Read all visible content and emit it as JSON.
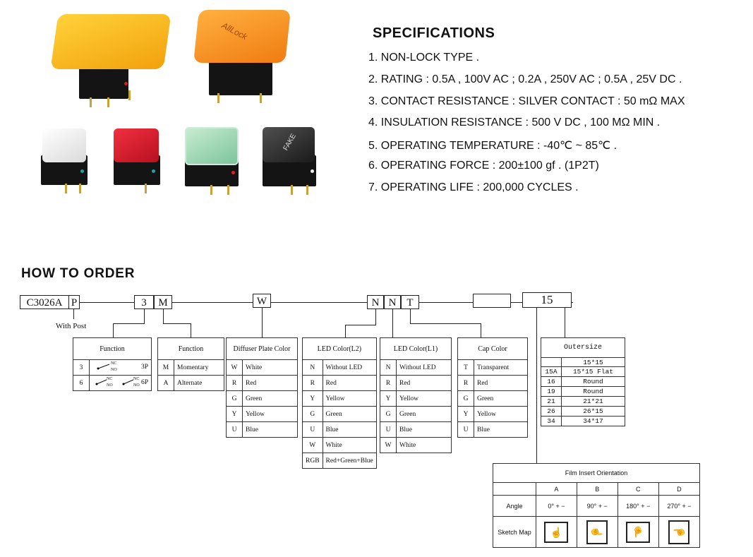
{
  "specifications": {
    "title": "SPECIFICATIONS",
    "items": [
      "1. NON-LOCK TYPE .",
      "2. RATING : 0.5A , 100V AC ; 0.2A , 250V AC ; 0.5A , 25V DC .",
      "3. CONTACT RESISTANCE : SILVER CONTACT : 50 mΩ MAX",
      "4. INSULATION RESISTANCE : 500 V DC , 100 MΩ MIN .",
      "5. OPERATING TEMPERATURE : -40℃ ~ 85℃ .",
      "6. OPERATING FORCE : 200±100 gf . (1P2T)",
      "7. OPERATING LIFE : 200,000 CYCLES ."
    ]
  },
  "photos": {
    "cap2_label": "AllLock",
    "cap6_label": "FAKE",
    "colors": {
      "yellow": "#f6b116",
      "orange": "#f5901e",
      "white": "#f2f2f2",
      "red": "#e0202e",
      "green": "#9fd4b4",
      "black": "#2a2a2a"
    }
  },
  "order": {
    "title": "HOW TO ORDER",
    "code": {
      "part1": "C3026A",
      "part2": "P",
      "part3": "3",
      "part4": "M",
      "part5": "W",
      "part6": "N",
      "part7": "N",
      "part8": "T",
      "part9": "",
      "part10": "15",
      "with_post": "With Post"
    },
    "function_table": {
      "header": "Function",
      "rows": [
        {
          "key": "3",
          "nc": "NC",
          "no": "NO",
          "value": "3P"
        },
        {
          "key": "6",
          "nc": "NC",
          "no": "NO",
          "value": "6P"
        }
      ]
    },
    "function2_table": {
      "header": "Function",
      "rows": [
        {
          "key": "M",
          "value": "Momentary"
        },
        {
          "key": "A",
          "value": "Alternate"
        }
      ]
    },
    "diffuser_table": {
      "header": "Diffuser Plate Color",
      "rows": [
        {
          "key": "W",
          "value": "White"
        },
        {
          "key": "R",
          "value": "Red"
        },
        {
          "key": "G",
          "value": "Green"
        },
        {
          "key": "Y",
          "value": "Yellow"
        },
        {
          "key": "U",
          "value": "Blue"
        }
      ]
    },
    "led2_table": {
      "header": "LED Color(L2)",
      "rows": [
        {
          "key": "N",
          "value": "Without LED"
        },
        {
          "key": "R",
          "value": "Red"
        },
        {
          "key": "Y",
          "value": "Yellow"
        },
        {
          "key": "G",
          "value": "Green"
        },
        {
          "key": "U",
          "value": "Blue"
        },
        {
          "key": "W",
          "value": "White"
        },
        {
          "key": "RGB",
          "value": "Red+Green+Blue"
        }
      ]
    },
    "led1_table": {
      "header": "LED Color(L1)",
      "rows": [
        {
          "key": "N",
          "value": "Without LED"
        },
        {
          "key": "R",
          "value": "Red"
        },
        {
          "key": "Y",
          "value": "Yellow"
        },
        {
          "key": "G",
          "value": "Green"
        },
        {
          "key": "U",
          "value": "Blue"
        },
        {
          "key": "W",
          "value": "White"
        }
      ]
    },
    "cap_table": {
      "header": "Cap Color",
      "rows": [
        {
          "key": "T",
          "value": "Transparent"
        },
        {
          "key": "R",
          "value": "Red"
        },
        {
          "key": "G",
          "value": "Green"
        },
        {
          "key": "Y",
          "value": "Yellow"
        },
        {
          "key": "U",
          "value": "Blue"
        }
      ]
    },
    "oversize_table": {
      "header": "Outersize",
      "rows": [
        {
          "key": "",
          "value": "15*15"
        },
        {
          "key": "15A",
          "value": "15*15 Flat"
        },
        {
          "key": "16",
          "value": "Round"
        },
        {
          "key": "19",
          "value": "Round"
        },
        {
          "key": "21",
          "value": "21*21"
        },
        {
          "key": "26",
          "value": "26*15"
        },
        {
          "key": "34",
          "value": "34*17"
        }
      ]
    },
    "film": {
      "header": "Film Insert Orientation",
      "columns": [
        "A",
        "B",
        "C",
        "D"
      ],
      "angle_label": "Angle",
      "angles": [
        "0°",
        "90°",
        "180°",
        "270°"
      ],
      "plus": "+",
      "minus": "−",
      "sketch_label": "Sketch Map",
      "sketch_icon": "hand-pointing-icon"
    }
  }
}
